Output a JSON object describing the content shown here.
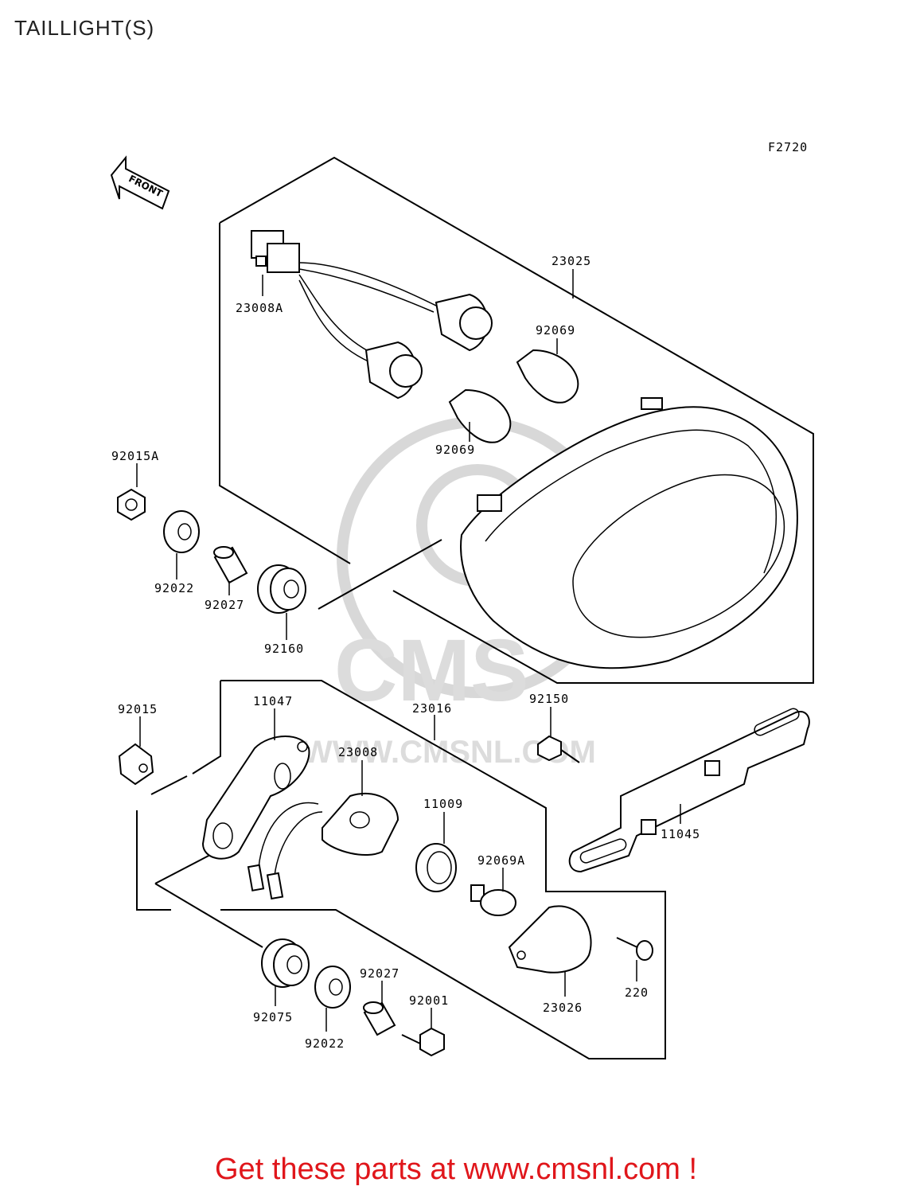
{
  "title": "TAILLIGHT(S)",
  "figure_code": "F2720",
  "front_arrow_label": "FRONT",
  "watermark": {
    "brand": "CMS",
    "url": "WWW.CMSNL.COM"
  },
  "parts": [
    {
      "id": "23025"
    },
    {
      "id": "23008A"
    },
    {
      "id": "92069"
    },
    {
      "id": "92069"
    },
    {
      "id": "92015A"
    },
    {
      "id": "92022"
    },
    {
      "id": "92027"
    },
    {
      "id": "92160"
    },
    {
      "id": "92015"
    },
    {
      "id": "11047"
    },
    {
      "id": "23016"
    },
    {
      "id": "23008"
    },
    {
      "id": "92150"
    },
    {
      "id": "11009"
    },
    {
      "id": "11045"
    },
    {
      "id": "92069A"
    },
    {
      "id": "92075"
    },
    {
      "id": "92022"
    },
    {
      "id": "92027"
    },
    {
      "id": "92001"
    },
    {
      "id": "23026"
    },
    {
      "id": "220"
    }
  ],
  "footer": "Get these parts at www.cmsnl.com !",
  "colors": {
    "footer": "#e0161b",
    "lines": "#000000",
    "watermark": "#d8d8d8"
  }
}
